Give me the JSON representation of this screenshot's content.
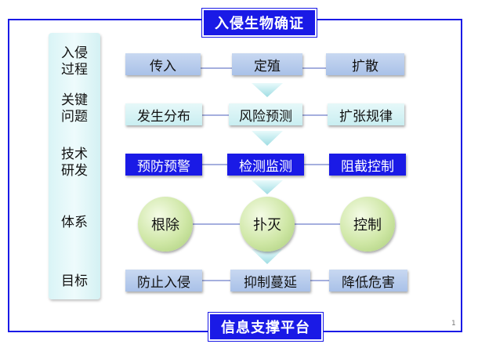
{
  "title": "入侵生物确证",
  "footer": "信息支撑平台",
  "page_number": "1",
  "rows": [
    {
      "label": "入侵\n过程",
      "items": [
        "传入",
        "定殖",
        "扩散"
      ]
    },
    {
      "label": "关键\n问题",
      "items": [
        "发生分布",
        "风险预测",
        "扩张规律"
      ]
    },
    {
      "label": "技术\n研发",
      "items": [
        "预防预警",
        "检测监测",
        "阻截控制"
      ]
    },
    {
      "label": "体系",
      "items": [
        "根除",
        "扑灭",
        "控制"
      ]
    },
    {
      "label": "目标",
      "items": [
        "防止入侵",
        "抑制蔓延",
        "降低危害"
      ]
    }
  ]
}
